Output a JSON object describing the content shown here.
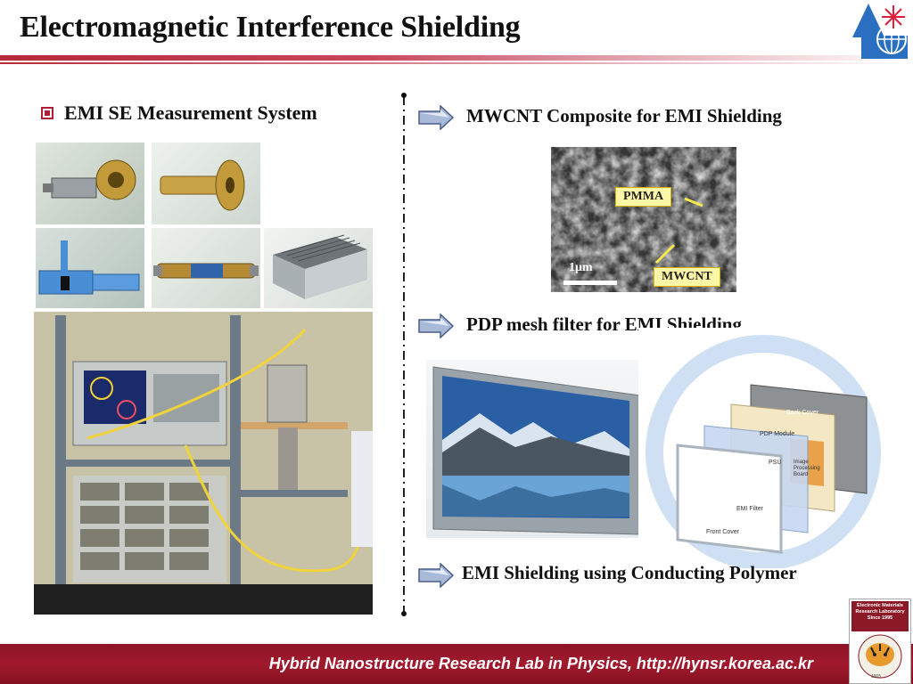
{
  "slide": {
    "title": "Electromagnetic Interference Shielding",
    "section_left": {
      "heading": "EMI SE Measurement System"
    },
    "section_right": [
      {
        "heading": "MWCNT Composite for EMI Shielding"
      },
      {
        "heading": "PDP mesh filter for EMI Shielding"
      },
      {
        "heading": "EMI Shielding using Conducting Polymer"
      }
    ],
    "sem_image": {
      "scale_label": "1μm",
      "label_pmma": "PMMA",
      "label_mwcnt": "MWCNT"
    },
    "exploded_view": {
      "back_cover": "Back Cover",
      "pdp_module": "PDP Module",
      "psu": "PSU",
      "board": "Image Processing Board",
      "emi_filter": "EMI Filter",
      "front_cover": "Front Cover"
    },
    "footer": "Hybrid Nanostructure Research Lab in Physics, http://hynsr.korea.ac.kr",
    "lab_badge": {
      "line1": "Electronic Materials",
      "line2": "Research Laboratory",
      "line3": "Since 1995",
      "year": "1905"
    },
    "colors": {
      "accent": "#b02035",
      "footer_bg": "#9a1729",
      "arrow": "#8aa0c8",
      "chip": "#fff7a8"
    }
  }
}
